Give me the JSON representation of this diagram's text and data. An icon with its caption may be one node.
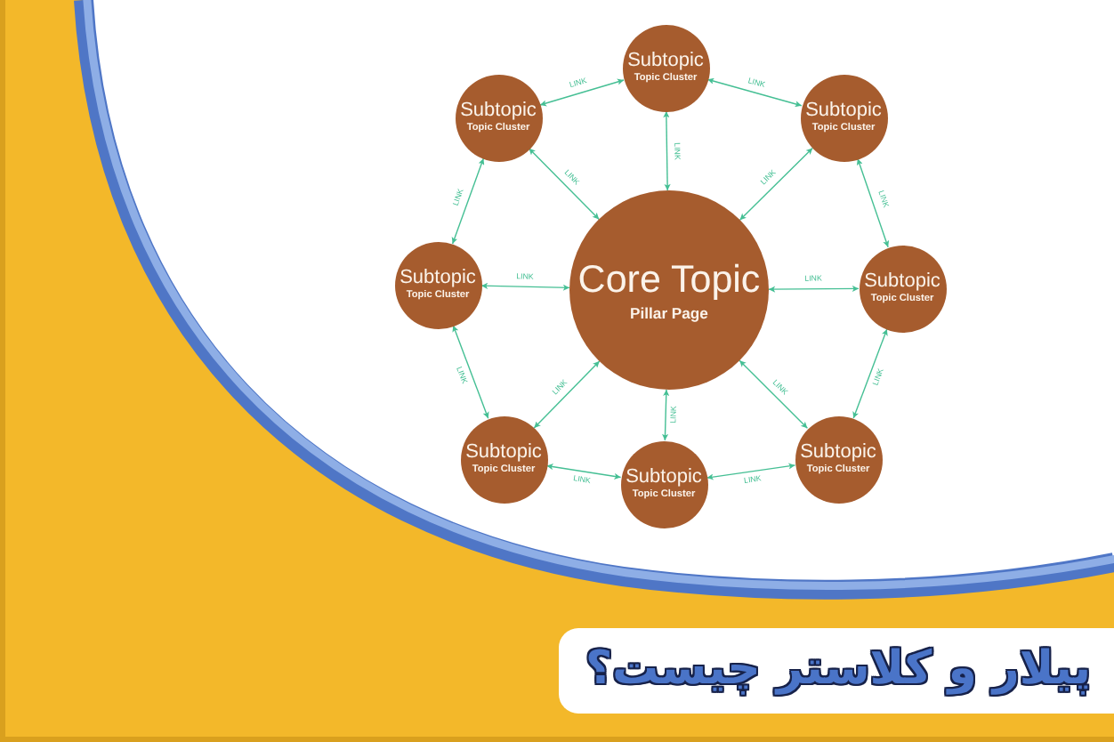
{
  "diagram": {
    "title": "پیلار و کلاستر چیست؟",
    "nodes": [
      {
        "text": [
          "Subtopic",
          "Topic Cluster"
        ]
      },
      {
        "text": [
          "Subtopic",
          "Topic Cluster"
        ]
      },
      {
        "text": [
          "Subtopic",
          "Topic Cluster"
        ]
      },
      {
        "text": [
          "Subtopic",
          "Topic Cluster"
        ]
      },
      {
        "text": [
          "Core Topic",
          "Pillar Page"
        ]
      },
      {
        "text": [
          "Subtopic",
          "Topic Cluster"
        ]
      },
      {
        "text": [
          "Subtopic",
          "Topic Cluster"
        ]
      },
      {
        "text": [
          "Subtopic",
          "Topic Cluster"
        ]
      },
      {
        "text": [
          "Subtopic",
          "Topic Cluster"
        ]
      }
    ],
    "edges": [
      {
        "from": 1,
        "to": 0,
        "arrow": "both",
        "label": "LINK"
      },
      {
        "from": 0,
        "to": 2,
        "arrow": "both",
        "label": "LINK"
      },
      {
        "from": 1,
        "to": 4,
        "arrow": "both",
        "label": "LINK"
      },
      {
        "from": 0,
        "to": 4,
        "arrow": "both",
        "label": "LINK"
      },
      {
        "from": 2,
        "to": 4,
        "arrow": "both",
        "label": "LINK"
      },
      {
        "from": 1,
        "to": 3,
        "arrow": "both",
        "label": "LINK"
      },
      {
        "from": 2,
        "to": 5,
        "arrow": "both",
        "label": "LINK"
      },
      {
        "from": 3,
        "to": 4,
        "arrow": "both",
        "label": "LINK"
      },
      {
        "from": 4,
        "to": 5,
        "arrow": "both",
        "label": "LINK"
      },
      {
        "from": 3,
        "to": 6,
        "arrow": "both",
        "label": "LINK"
      },
      {
        "from": 4,
        "to": 6,
        "arrow": "both",
        "label": "LINK"
      },
      {
        "from": 4,
        "to": 8,
        "arrow": "both",
        "label": "LINK"
      },
      {
        "from": 4,
        "to": 7,
        "arrow": "both",
        "label": "LINK"
      },
      {
        "from": 5,
        "to": 7,
        "arrow": "both",
        "label": "LINK"
      },
      {
        "from": 6,
        "to": 8,
        "arrow": "both",
        "label": "LINK"
      },
      {
        "from": 8,
        "to": 7,
        "arrow": "both",
        "label": "LINK"
      }
    ]
  }
}
